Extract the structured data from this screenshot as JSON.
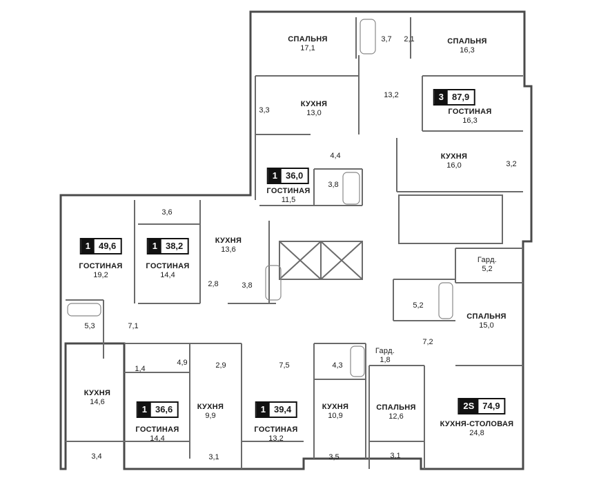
{
  "apartments": [
    {
      "id": "a1",
      "rooms": "3",
      "total": "87,9"
    },
    {
      "id": "a2",
      "rooms": "1",
      "total": "36,0"
    },
    {
      "id": "a3",
      "rooms": "1",
      "total": "49,6"
    },
    {
      "id": "a4",
      "rooms": "1",
      "total": "38,2"
    },
    {
      "id": "a5",
      "rooms": "1",
      "total": "36,6"
    },
    {
      "id": "a6",
      "rooms": "1",
      "total": "39,4"
    },
    {
      "id": "a7",
      "rooms": "2S",
      "total": "74,9"
    }
  ],
  "rooms": [
    {
      "id": "r1",
      "name": "СПАЛЬНЯ",
      "area": "17,1"
    },
    {
      "id": "r2",
      "name": "СПАЛЬНЯ",
      "area": "16,3"
    },
    {
      "id": "r3",
      "name": "КУХНЯ",
      "area": "13,0"
    },
    {
      "id": "r4",
      "name": "ГОСТИНАЯ",
      "area": "16,3"
    },
    {
      "id": "r5",
      "name": "КУХНЯ",
      "area": "16,0"
    },
    {
      "id": "r6",
      "name": "ГОСТИНАЯ",
      "area": "11,5"
    },
    {
      "id": "r7",
      "name": "КУХНЯ",
      "area": "13,6"
    },
    {
      "id": "r8",
      "name": "ГОСТИНАЯ",
      "area": "19,2"
    },
    {
      "id": "r9",
      "name": "ГОСТИНАЯ",
      "area": "14,4"
    },
    {
      "id": "r10",
      "name": "Гард.",
      "area": "5,2"
    },
    {
      "id": "r11",
      "name": "СПАЛЬНЯ",
      "area": "15,0"
    },
    {
      "id": "r12",
      "name": "Гард.",
      "area": "1,8"
    },
    {
      "id": "r13",
      "name": "КУХНЯ",
      "area": "14,6"
    },
    {
      "id": "r14",
      "name": "ГОСТИНАЯ",
      "area": "14,4"
    },
    {
      "id": "r15",
      "name": "КУХНЯ",
      "area": "9,9"
    },
    {
      "id": "r16",
      "name": "ГОСТИНАЯ",
      "area": "13,2"
    },
    {
      "id": "r17",
      "name": "КУХНЯ",
      "area": "10,9"
    },
    {
      "id": "r18",
      "name": "СПАЛЬНЯ",
      "area": "12,6"
    },
    {
      "id": "r19",
      "name": "КУХНЯ-СТОЛОВАЯ",
      "area": "24,8"
    }
  ],
  "areas": [
    "3,7",
    "2,1",
    "13,2",
    "3,3",
    "4,4",
    "3,2",
    "3,8",
    "3,6",
    "2,8",
    "3,8",
    "5,3",
    "7,1",
    "5,2",
    "7,2",
    "4,9",
    "2,9",
    "1,4",
    "4,3",
    "7,5",
    "3,4",
    "3,1",
    "3,5",
    "3,1"
  ]
}
